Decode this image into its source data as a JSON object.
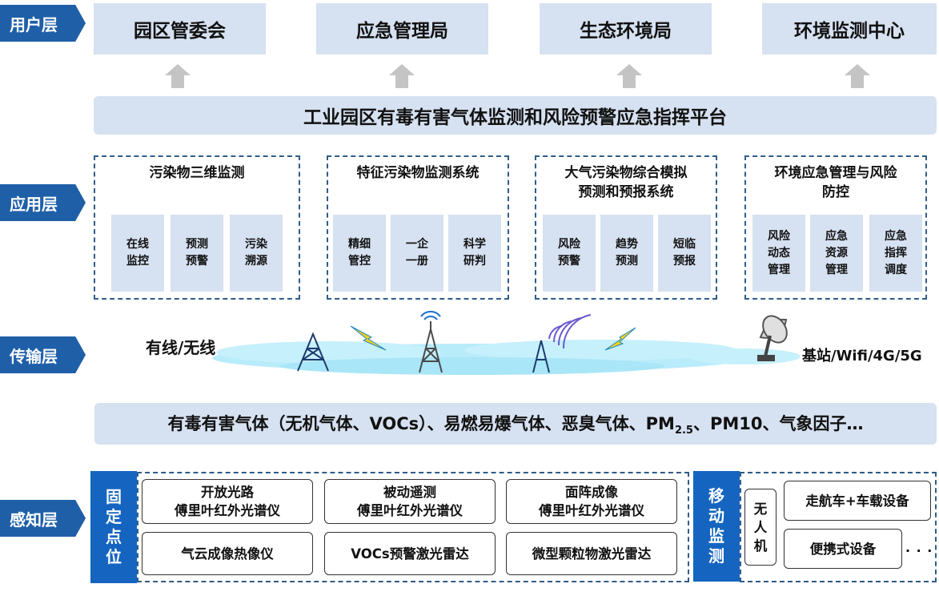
{
  "layers": {
    "user": "用户层",
    "application": "应用层",
    "transmission": "传输层",
    "perception": "感知层"
  },
  "users": [
    "园区管委会",
    "应急管理局",
    "生态环境局",
    "环境监测中心"
  ],
  "platform_title": "工业园区有毒有害气体监测和风险预警应急指挥平台",
  "apps": [
    {
      "title_lines": [
        "污染物三维监测"
      ],
      "items": [
        [
          "在线",
          "监控"
        ],
        [
          "预测",
          "预警"
        ],
        [
          "污染",
          "溯源"
        ]
      ]
    },
    {
      "title_lines": [
        "特征污染物监测系统"
      ],
      "items": [
        [
          "精细",
          "管控"
        ],
        [
          "一企",
          "一册"
        ],
        [
          "科学",
          "研判"
        ]
      ]
    },
    {
      "title_lines": [
        "大气污染物综合模拟",
        "预测和预报系统"
      ],
      "items": [
        [
          "风险",
          "预警"
        ],
        [
          "趋势",
          "预测"
        ],
        [
          "短临",
          "预报"
        ]
      ]
    },
    {
      "title_lines": [
        "环境应急管理与风险",
        "防控"
      ],
      "items": [
        [
          "风险",
          "动态",
          "管理"
        ],
        [
          "应急",
          "资源",
          "管理"
        ],
        [
          "应急",
          "指挥",
          "调度"
        ]
      ]
    }
  ],
  "transmission": {
    "left_label": "有线/无线",
    "right_label": "基站/Wifi/4G/5G"
  },
  "gases": {
    "prefix": "有毒有害气体（无机气体、VOCs）、易燃易爆气体、恶臭气体、PM",
    "subscript": "2.5",
    "suffix": "、PM10、气象因子…"
  },
  "fixed": {
    "label_chars": [
      "固",
      "定",
      "点",
      "位"
    ],
    "devices": [
      [
        "开放光路",
        "傅里叶红外光谱仪"
      ],
      [
        "被动遥测",
        "傅里叶红外光谱仪"
      ],
      [
        "面阵成像",
        "傅里叶红外光谱仪"
      ],
      [
        "气云成像热像仪"
      ],
      [
        "VOCs预警激光雷达"
      ],
      [
        "微型颗粒物激光雷达"
      ]
    ]
  },
  "mobile": {
    "label_chars": [
      "移",
      "动",
      "监",
      "测"
    ],
    "drone_chars": [
      "无",
      "人",
      "机"
    ],
    "vehicle": "走航车+车载设备",
    "portable": "便携式设备",
    "ellipsis": ". . ."
  },
  "colors": {
    "layer_blue": "#1f5fa8",
    "light_blue_fill": "#d6e1f1",
    "label_blue": "#1565c0",
    "cloud": "#b9ecfa",
    "arrow_gray": "#c4c4c4"
  }
}
